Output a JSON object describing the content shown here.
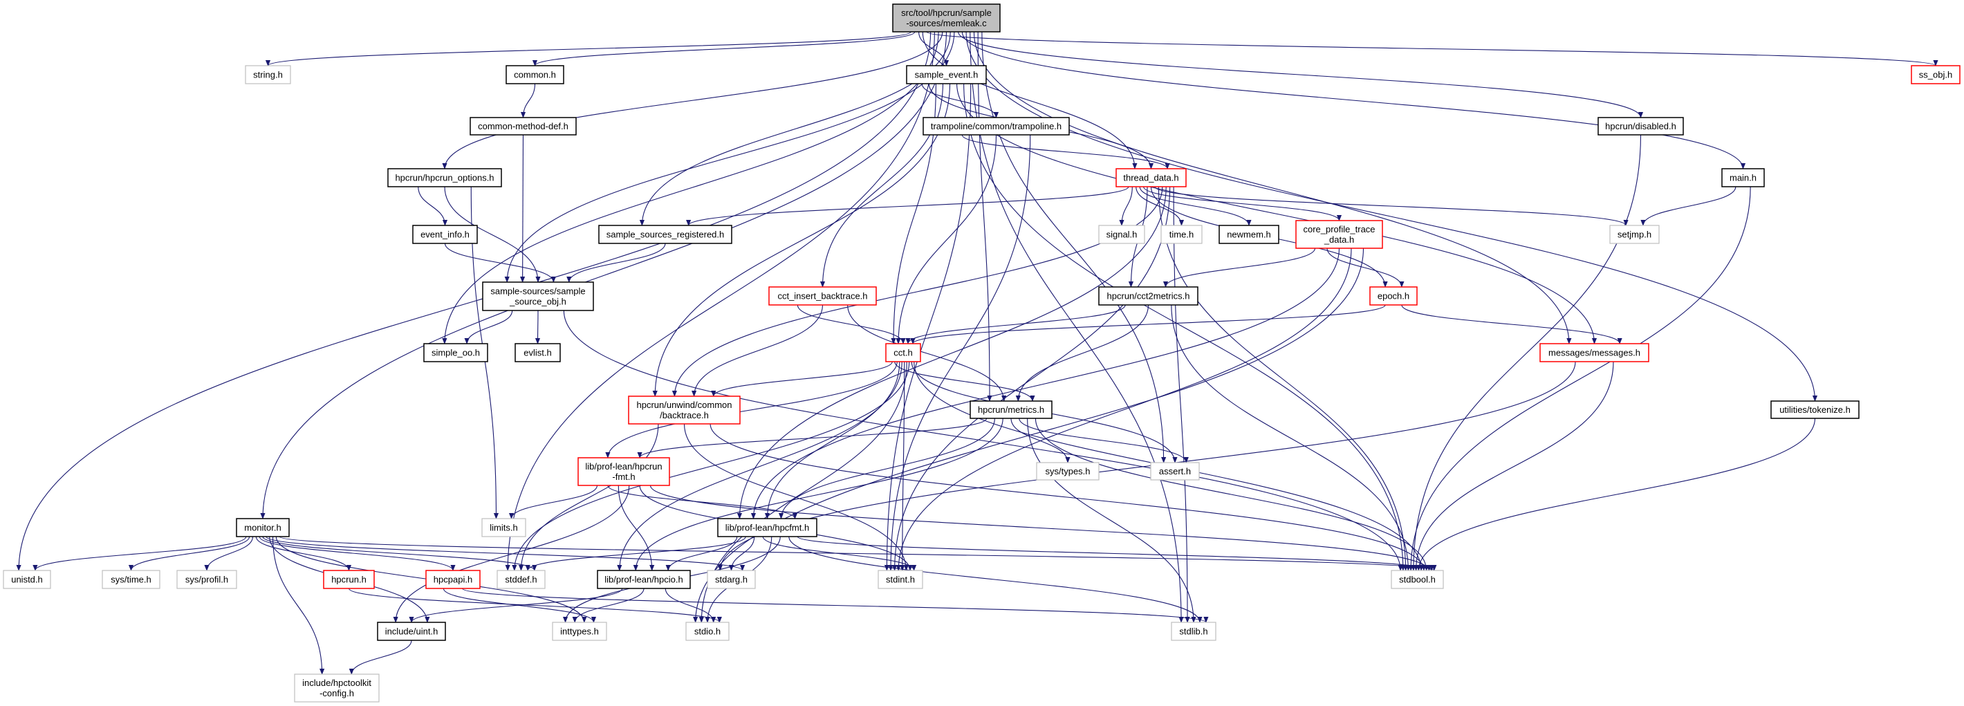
{
  "graph": {
    "edge_color": "#191970",
    "style_colors": {
      "root": {
        "fill": "#bfbfbf",
        "stroke": "#000000"
      },
      "normal": {
        "fill": "#ffffff",
        "stroke": "#000000"
      },
      "red": {
        "fill": "#ffffff",
        "stroke": "#ff0000"
      },
      "gray": {
        "fill": "#ffffff",
        "stroke": "#bfbfbf"
      }
    },
    "nodes": [
      {
        "id": "root",
        "lines": [
          "src/tool/hpcrun/sample",
          "-sources/memleak.c"
        ],
        "style": "root"
      },
      {
        "id": "string_h",
        "lines": [
          "string.h"
        ],
        "style": "gray"
      },
      {
        "id": "common_h",
        "lines": [
          "common.h"
        ],
        "style": "normal"
      },
      {
        "id": "common_method_def_h",
        "lines": [
          "common-method-def.h"
        ],
        "style": "normal"
      },
      {
        "id": "hpcrun_options_h",
        "lines": [
          "hpcrun/hpcrun_options.h"
        ],
        "style": "normal"
      },
      {
        "id": "event_info_h",
        "lines": [
          "event_info.h"
        ],
        "style": "normal"
      },
      {
        "id": "sample_source_obj_h",
        "lines": [
          "sample-sources/sample",
          "_source_obj.h"
        ],
        "style": "normal"
      },
      {
        "id": "simple_oo_h",
        "lines": [
          "simple_oo.h"
        ],
        "style": "normal"
      },
      {
        "id": "evlist_h",
        "lines": [
          "evlist.h"
        ],
        "style": "normal"
      },
      {
        "id": "sample_sources_registered_h",
        "lines": [
          "sample_sources_registered.h"
        ],
        "style": "normal"
      },
      {
        "id": "sample_event_h",
        "lines": [
          "sample_event.h"
        ],
        "style": "normal"
      },
      {
        "id": "trampoline_h",
        "lines": [
          "trampoline/common/trampoline.h"
        ],
        "style": "normal"
      },
      {
        "id": "thread_data_h",
        "lines": [
          "thread_data.h"
        ],
        "style": "red"
      },
      {
        "id": "signal_h",
        "lines": [
          "signal.h"
        ],
        "style": "gray"
      },
      {
        "id": "time_h",
        "lines": [
          "time.h"
        ],
        "style": "gray"
      },
      {
        "id": "newmem_h",
        "lines": [
          "newmem.h"
        ],
        "style": "normal"
      },
      {
        "id": "core_profile_trace_data_h",
        "lines": [
          "core_profile_trace",
          "_data.h"
        ],
        "style": "red"
      },
      {
        "id": "cct_insert_backtrace_h",
        "lines": [
          "cct_insert_backtrace.h"
        ],
        "style": "red"
      },
      {
        "id": "cct2metrics_h",
        "lines": [
          "hpcrun/cct2metrics.h"
        ],
        "style": "normal"
      },
      {
        "id": "cct_h",
        "lines": [
          "cct.h"
        ],
        "style": "red"
      },
      {
        "id": "ss_obj_h",
        "lines": [
          "ss_obj.h"
        ],
        "style": "red"
      },
      {
        "id": "disabled_h",
        "lines": [
          "hpcrun/disabled.h"
        ],
        "style": "normal"
      },
      {
        "id": "main_h",
        "lines": [
          "main.h"
        ],
        "style": "normal"
      },
      {
        "id": "setjmp_h",
        "lines": [
          "setjmp.h"
        ],
        "style": "gray"
      },
      {
        "id": "epoch_h",
        "lines": [
          "epoch.h"
        ],
        "style": "red"
      },
      {
        "id": "messages_h",
        "lines": [
          "messages/messages.h"
        ],
        "style": "red"
      },
      {
        "id": "backtrace_h",
        "lines": [
          "hpcrun/unwind/common",
          "/backtrace.h"
        ],
        "style": "red"
      },
      {
        "id": "hpcrun_fmt_h",
        "lines": [
          "lib/prof-lean/hpcrun",
          "-fmt.h"
        ],
        "style": "red"
      },
      {
        "id": "limits_h",
        "lines": [
          "limits.h"
        ],
        "style": "gray"
      },
      {
        "id": "monitor_h",
        "lines": [
          "monitor.h"
        ],
        "style": "normal"
      },
      {
        "id": "unistd_h",
        "lines": [
          "unistd.h"
        ],
        "style": "gray"
      },
      {
        "id": "sys_time_h",
        "lines": [
          "sys/time.h"
        ],
        "style": "gray"
      },
      {
        "id": "sys_profil_h",
        "lines": [
          "sys/profil.h"
        ],
        "style": "gray"
      },
      {
        "id": "hpcrun_h",
        "lines": [
          "hpcrun.h"
        ],
        "style": "red"
      },
      {
        "id": "hpcpapi_h",
        "lines": [
          "hpcpapi.h"
        ],
        "style": "red"
      },
      {
        "id": "stddef_h",
        "lines": [
          "stddef.h"
        ],
        "style": "gray"
      },
      {
        "id": "hpcio_h",
        "lines": [
          "lib/prof-lean/hpcio.h"
        ],
        "style": "normal"
      },
      {
        "id": "uint_h",
        "lines": [
          "include/uint.h"
        ],
        "style": "normal"
      },
      {
        "id": "inttypes_h",
        "lines": [
          "inttypes.h"
        ],
        "style": "gray"
      },
      {
        "id": "hpctoolkit_config_h",
        "lines": [
          "include/hpctoolkit",
          "-config.h"
        ],
        "style": "gray"
      },
      {
        "id": "metrics_h",
        "lines": [
          "hpcrun/metrics.h"
        ],
        "style": "normal"
      },
      {
        "id": "sys_types_h",
        "lines": [
          "sys/types.h"
        ],
        "style": "gray"
      },
      {
        "id": "assert_h",
        "lines": [
          "assert.h"
        ],
        "style": "gray"
      },
      {
        "id": "hpcfmt_h",
        "lines": [
          "lib/prof-lean/hpcfmt.h"
        ],
        "style": "normal"
      },
      {
        "id": "stdarg_h",
        "lines": [
          "stdarg.h"
        ],
        "style": "gray"
      },
      {
        "id": "stdint_h",
        "lines": [
          "stdint.h"
        ],
        "style": "gray"
      },
      {
        "id": "stdio_h",
        "lines": [
          "stdio.h"
        ],
        "style": "gray"
      },
      {
        "id": "stdlib_h",
        "lines": [
          "stdlib.h"
        ],
        "style": "gray"
      },
      {
        "id": "tokenize_h",
        "lines": [
          "utilities/tokenize.h"
        ],
        "style": "normal"
      },
      {
        "id": "stdbool_h",
        "lines": [
          "stdbool.h"
        ],
        "style": "gray"
      }
    ],
    "edges": [
      [
        "root",
        "string_h"
      ],
      [
        "root",
        "common_h"
      ],
      [
        "root",
        "sample_event_h"
      ],
      [
        "root",
        "thread_data_h"
      ],
      [
        "root",
        "ss_obj_h"
      ],
      [
        "root",
        "unistd_h"
      ],
      [
        "root",
        "stddef_h"
      ],
      [
        "root",
        "simple_oo_h"
      ],
      [
        "root",
        "hpcrun_options_h"
      ],
      [
        "root",
        "monitor_h"
      ],
      [
        "root",
        "sample_sources_registered_h"
      ],
      [
        "root",
        "sample_source_obj_h"
      ],
      [
        "root",
        "disabled_h"
      ],
      [
        "root",
        "main_h"
      ],
      [
        "root",
        "tokenize_h"
      ],
      [
        "root",
        "stdlib_h"
      ],
      [
        "root",
        "messages_h"
      ],
      [
        "root",
        "metrics_h"
      ],
      [
        "root",
        "assert_h"
      ],
      [
        "common_h",
        "common_method_def_h"
      ],
      [
        "common_method_def_h",
        "sample_source_obj_h"
      ],
      [
        "hpcrun_options_h",
        "event_info_h"
      ],
      [
        "hpcrun_options_h",
        "sample_source_obj_h"
      ],
      [
        "hpcrun_options_h",
        "limits_h"
      ],
      [
        "event_info_h",
        "sample_source_obj_h"
      ],
      [
        "sample_sources_registered_h",
        "sample_source_obj_h"
      ],
      [
        "sample_source_obj_h",
        "simple_oo_h"
      ],
      [
        "sample_source_obj_h",
        "evlist_h"
      ],
      [
        "sample_source_obj_h",
        "stdbool_h"
      ],
      [
        "sample_event_h",
        "trampoline_h"
      ],
      [
        "sample_event_h",
        "thread_data_h"
      ],
      [
        "sample_event_h",
        "cct_h"
      ],
      [
        "sample_event_h",
        "cct_insert_backtrace_h"
      ],
      [
        "sample_event_h",
        "backtrace_h"
      ],
      [
        "sample_event_h",
        "messages_h"
      ],
      [
        "sample_event_h",
        "stdbool_h"
      ],
      [
        "sample_event_h",
        "stdint_h"
      ],
      [
        "trampoline_h",
        "thread_data_h"
      ],
      [
        "trampoline_h",
        "cct_h"
      ],
      [
        "trampoline_h",
        "stdint_h"
      ],
      [
        "thread_data_h",
        "sample_sources_registered_h"
      ],
      [
        "thread_data_h",
        "signal_h"
      ],
      [
        "thread_data_h",
        "time_h"
      ],
      [
        "thread_data_h",
        "newmem_h"
      ],
      [
        "thread_data_h",
        "core_profile_trace_data_h"
      ],
      [
        "thread_data_h",
        "cct2metrics_h"
      ],
      [
        "thread_data_h",
        "epoch_h"
      ],
      [
        "thread_data_h",
        "setjmp_h"
      ],
      [
        "thread_data_h",
        "stdbool_h"
      ],
      [
        "thread_data_h",
        "backtrace_h"
      ],
      [
        "thread_data_h",
        "hpcfmt_h"
      ],
      [
        "thread_data_h",
        "stdint_h"
      ],
      [
        "thread_data_h",
        "stdlib_h"
      ],
      [
        "core_profile_trace_data_h",
        "cct2metrics_h"
      ],
      [
        "core_profile_trace_data_h",
        "epoch_h"
      ],
      [
        "core_profile_trace_data_h",
        "hpcfmt_h"
      ],
      [
        "core_profile_trace_data_h",
        "stdint_h"
      ],
      [
        "core_profile_trace_data_h",
        "stdio_h"
      ],
      [
        "cct_insert_backtrace_h",
        "cct_h"
      ],
      [
        "cct_insert_backtrace_h",
        "backtrace_h"
      ],
      [
        "cct_insert_backtrace_h",
        "metrics_h"
      ],
      [
        "cct2metrics_h",
        "cct_h"
      ],
      [
        "cct2metrics_h",
        "metrics_h"
      ],
      [
        "cct2metrics_h",
        "stdbool_h"
      ],
      [
        "epoch_h",
        "cct_h"
      ],
      [
        "epoch_h",
        "messages_h"
      ],
      [
        "main_h",
        "setjmp_h"
      ],
      [
        "main_h",
        "stdbool_h"
      ],
      [
        "disabled_h",
        "stdbool_h"
      ],
      [
        "messages_h",
        "stdarg_h"
      ],
      [
        "messages_h",
        "stdbool_h"
      ],
      [
        "tokenize_h",
        "stdbool_h"
      ],
      [
        "cct_h",
        "backtrace_h"
      ],
      [
        "cct_h",
        "metrics_h"
      ],
      [
        "cct_h",
        "hpcrun_fmt_h"
      ],
      [
        "cct_h",
        "hpcfmt_h"
      ],
      [
        "cct_h",
        "hpcio_h"
      ],
      [
        "cct_h",
        "stdint_h"
      ],
      [
        "cct_h",
        "stdio_h"
      ],
      [
        "cct_h",
        "stddef_h"
      ],
      [
        "cct_h",
        "assert_h"
      ],
      [
        "cct_h",
        "stdbool_h"
      ],
      [
        "backtrace_h",
        "stddef_h"
      ],
      [
        "backtrace_h",
        "stdint_h"
      ],
      [
        "backtrace_h",
        "stdbool_h"
      ],
      [
        "metrics_h",
        "hpcrun_fmt_h"
      ],
      [
        "metrics_h",
        "hpcfmt_h"
      ],
      [
        "metrics_h",
        "hpcio_h"
      ],
      [
        "metrics_h",
        "sys_types_h"
      ],
      [
        "metrics_h",
        "assert_h"
      ],
      [
        "metrics_h",
        "stdlib_h"
      ],
      [
        "metrics_h",
        "stdbool_h"
      ],
      [
        "hpcrun_fmt_h",
        "limits_h"
      ],
      [
        "hpcrun_fmt_h",
        "hpcfmt_h"
      ],
      [
        "hpcrun_fmt_h",
        "hpcio_h"
      ],
      [
        "hpcrun_fmt_h",
        "uint_h"
      ],
      [
        "hpcrun_fmt_h",
        "stdint_h"
      ],
      [
        "hpcrun_fmt_h",
        "stdbool_h"
      ],
      [
        "hpcfmt_h",
        "hpcio_h"
      ],
      [
        "hpcfmt_h",
        "stddef_h"
      ],
      [
        "hpcfmt_h",
        "stdarg_h"
      ],
      [
        "hpcfmt_h",
        "stdint_h"
      ],
      [
        "hpcfmt_h",
        "stdio_h"
      ],
      [
        "hpcfmt_h",
        "inttypes_h"
      ],
      [
        "hpcfmt_h",
        "stdlib_h"
      ],
      [
        "hpcfmt_h",
        "stdbool_h"
      ],
      [
        "hpcio_h",
        "uint_h"
      ],
      [
        "hpcio_h",
        "inttypes_h"
      ],
      [
        "hpcio_h",
        "stdio_h"
      ],
      [
        "monitor_h",
        "unistd_h"
      ],
      [
        "monitor_h",
        "sys_time_h"
      ],
      [
        "monitor_h",
        "sys_profil_h"
      ],
      [
        "monitor_h",
        "hpcrun_h"
      ],
      [
        "monitor_h",
        "hpcpapi_h"
      ],
      [
        "monitor_h",
        "stddef_h"
      ],
      [
        "monitor_h",
        "stdarg_h"
      ],
      [
        "monitor_h",
        "uint_h"
      ],
      [
        "monitor_h",
        "hpctoolkit_config_h"
      ],
      [
        "monitor_h",
        "inttypes_h"
      ],
      [
        "monitor_h",
        "stdbool_h"
      ],
      [
        "hpcrun_h",
        "stdio_h"
      ],
      [
        "hpcpapi_h",
        "inttypes_h"
      ],
      [
        "hpcpapi_h",
        "stdlib_h"
      ],
      [
        "uint_h",
        "hpctoolkit_config_h"
      ]
    ]
  }
}
